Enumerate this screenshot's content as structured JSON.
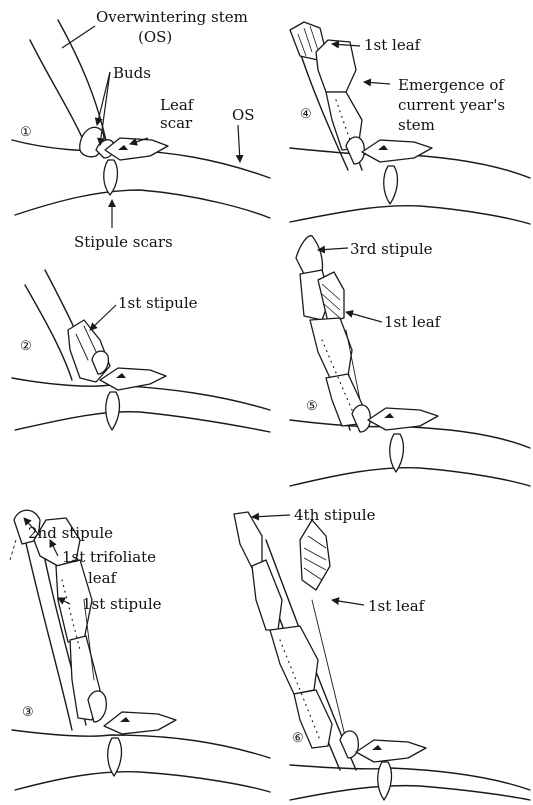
{
  "panels": [
    {
      "number": "①",
      "labels": [
        "Overwintering stem",
        "(OS)",
        "Buds",
        "Leaf",
        "scar",
        "OS",
        "Stipule scars"
      ]
    },
    {
      "number": "②",
      "labels": [
        "1st stipule"
      ]
    },
    {
      "number": "③",
      "labels": [
        "2nd stipule",
        "1st trifoliate",
        "leaf",
        "1st stipule"
      ]
    },
    {
      "number": "④",
      "labels": [
        "1st leaf",
        "Emergence of",
        "current year's",
        "stem"
      ]
    },
    {
      "number": "⑤",
      "labels": [
        "3rd stipule",
        "1st leaf"
      ]
    },
    {
      "number": "⑥",
      "labels": [
        "4th stipule",
        "1st leaf"
      ]
    }
  ]
}
